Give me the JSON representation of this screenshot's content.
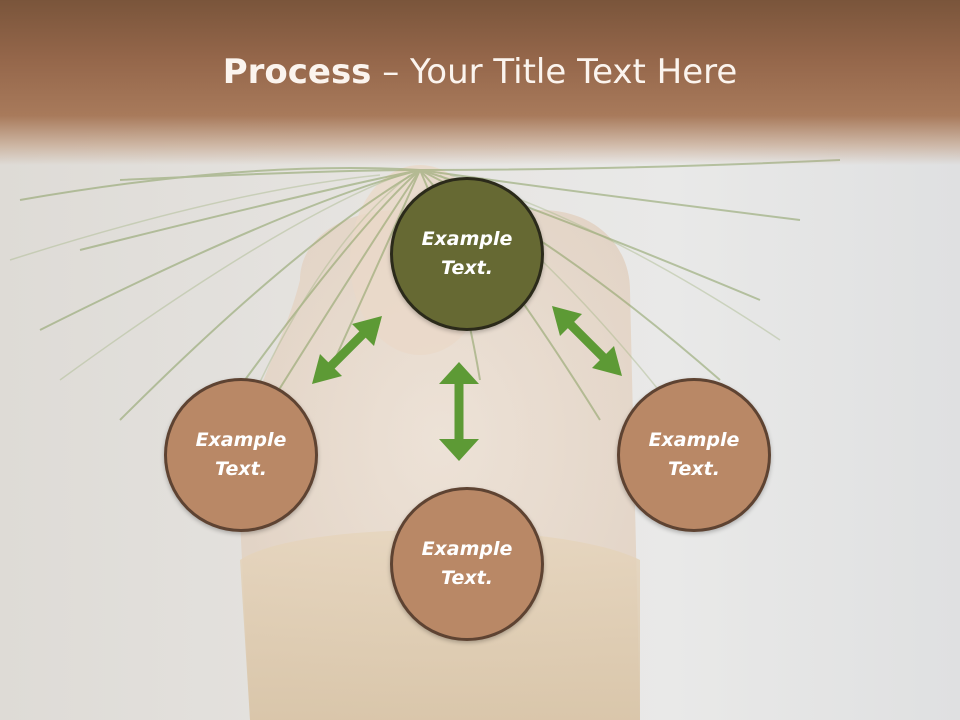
{
  "title": {
    "bold": "Process",
    "rest": " – Your Title Text Here"
  },
  "nodes": {
    "top": {
      "label": "Example Text."
    },
    "left": {
      "label": "Example Text."
    },
    "right": {
      "label": "Example Text."
    },
    "bottom": {
      "label": "Example Text."
    }
  },
  "colors": {
    "header": "#94664a",
    "node_brown": "#b98866",
    "node_green": "#666933",
    "arrow": "#5d9a35"
  }
}
